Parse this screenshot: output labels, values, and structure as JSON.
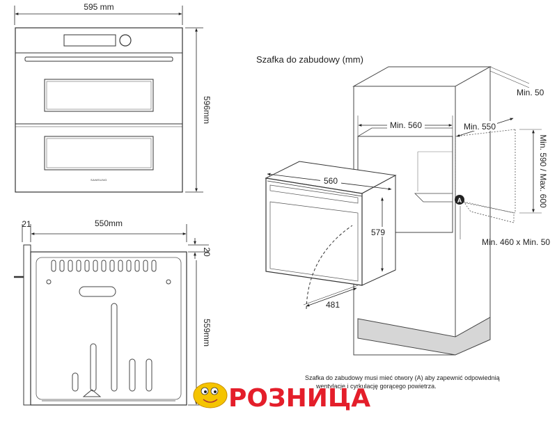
{
  "front_view": {
    "width_label": "595 mm",
    "height_label": "596mm",
    "brand": "SAMSUNG"
  },
  "side_view": {
    "door_depth_label": "21",
    "depth_label": "550mm",
    "top_gap_label": "20",
    "height_label": "559mm"
  },
  "installation": {
    "title": "Szafka do zabudowy (mm)",
    "min_top_label": "Min. 50",
    "min_width_label": "Min. 560",
    "min_depth_label": "Min. 550",
    "height_range_label": "Min. 590 / Max. 600",
    "opening_label": "Min. 460 x Min. 50",
    "opening_marker": "A",
    "oven_width_label": "560",
    "oven_height_label": "579",
    "door_swing_label": "481",
    "note_line1": "Szafka do zabudowy musi mieć otwory (A) aby zapewnić odpowiednią",
    "note_line2": "wentylację i cyrkulację gorącego powietrza."
  },
  "watermark": {
    "text": "РОЗНИЦА",
    "colors": {
      "text": "#e41e2a",
      "mascot": "#f5c400"
    }
  }
}
